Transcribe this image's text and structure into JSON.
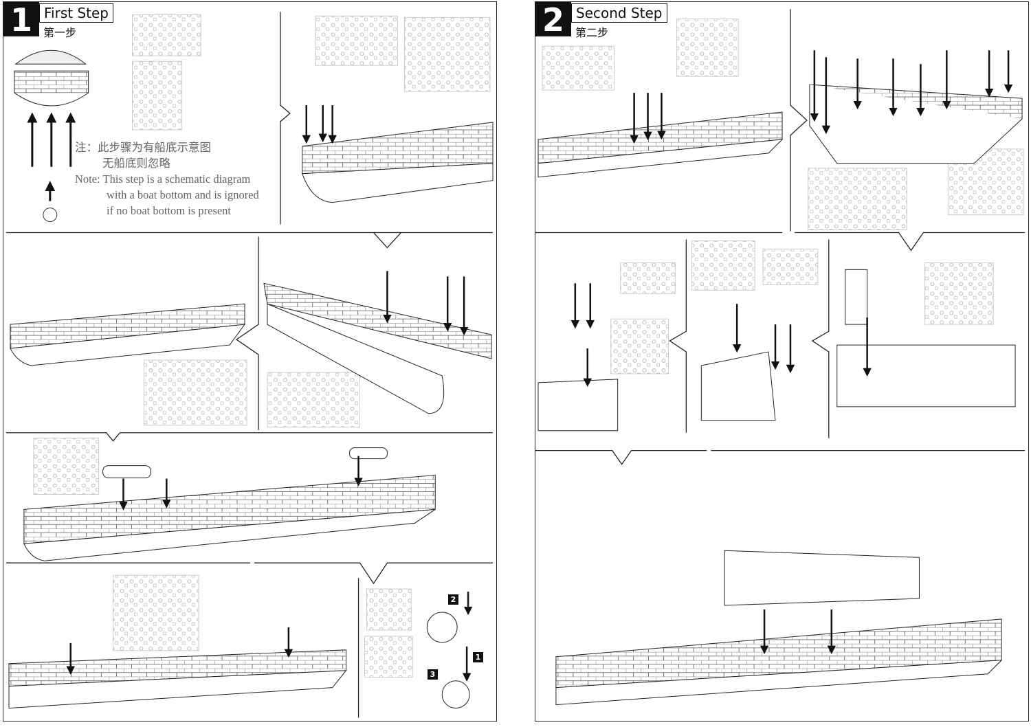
{
  "step1": {
    "number": "1",
    "title": "First Step",
    "title_cn": "第一步",
    "note_cn_line1": "注：此步骤为有船底示意图",
    "note_cn_line2": "无船底则忽略",
    "note_en_line1": "Note: This step is a schematic diagram",
    "note_en_line2": "with a boat bottom and is ignored",
    "note_en_line3": "if no boat bottom is present",
    "sub_badges": [
      "2",
      "1",
      "3"
    ]
  },
  "step2": {
    "number": "2",
    "title": "Second Step",
    "title_cn": "第二步"
  },
  "colors": {
    "ink": "#111111",
    "sprue": "#bbbbbb"
  }
}
